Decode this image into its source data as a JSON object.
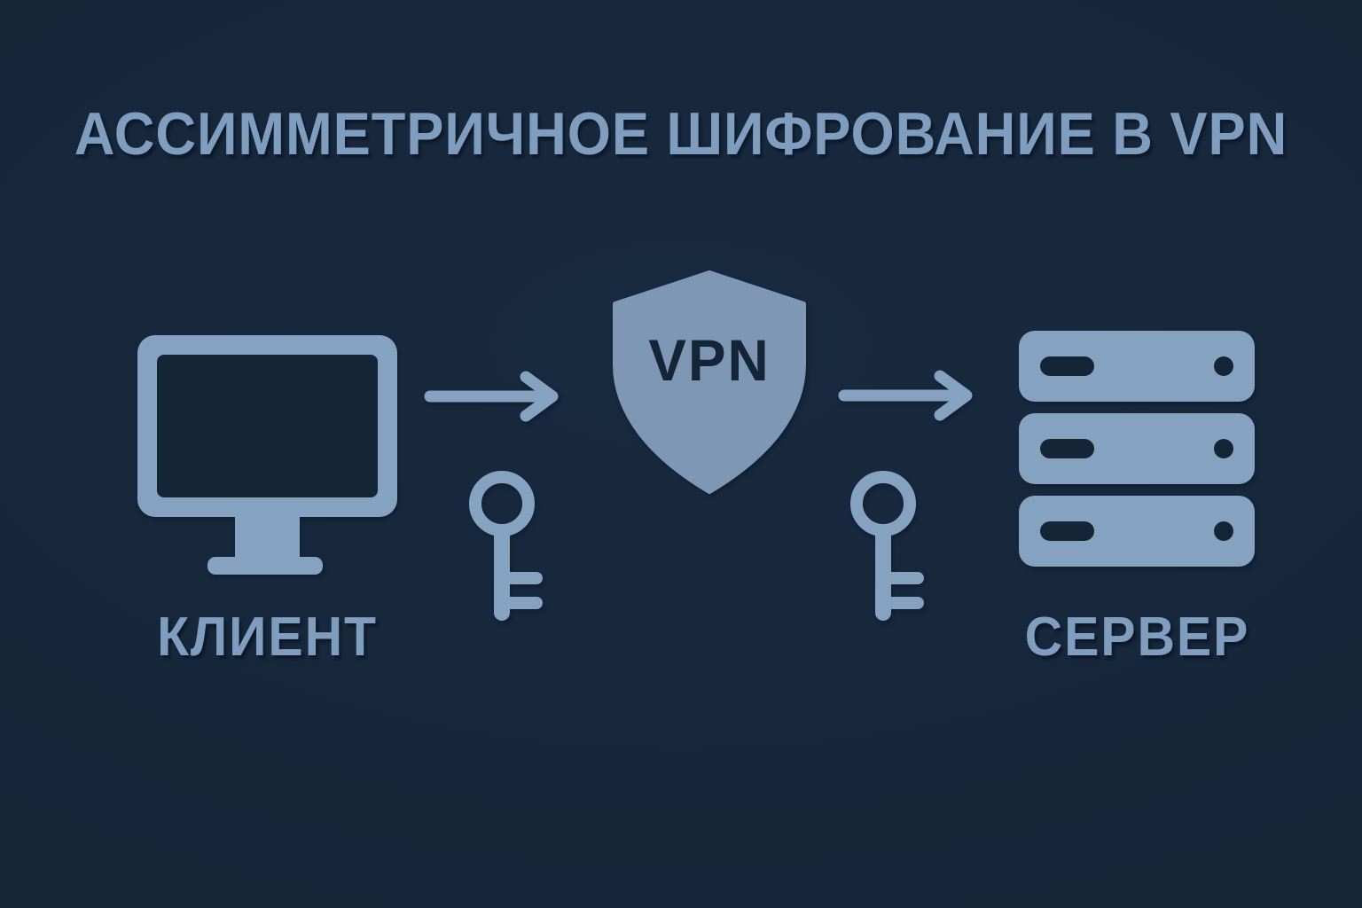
{
  "title": "АССИММЕТРИЧНОЕ ШИФРОВАНИЕ В VPN",
  "nodes": {
    "client": {
      "label": "КЛИЕНТ",
      "icon": "monitor-icon"
    },
    "vpn": {
      "label": "VPN",
      "icon": "shield-icon"
    },
    "server": {
      "label": "СЕРВЕР",
      "icon": "server-rack-icon"
    }
  },
  "connectors": {
    "client_to_vpn": {
      "icon": "arrow-right-icon"
    },
    "vpn_to_server": {
      "icon": "arrow-right-icon"
    },
    "client_key": {
      "icon": "key-icon"
    },
    "server_key": {
      "icon": "key-icon"
    }
  },
  "colors": {
    "background": "#162639",
    "background-soft": "#182a40",
    "icon": "#85a2c1",
    "shield": "#7d97b5",
    "text": "#7f9dbf",
    "dark": "#152538"
  }
}
